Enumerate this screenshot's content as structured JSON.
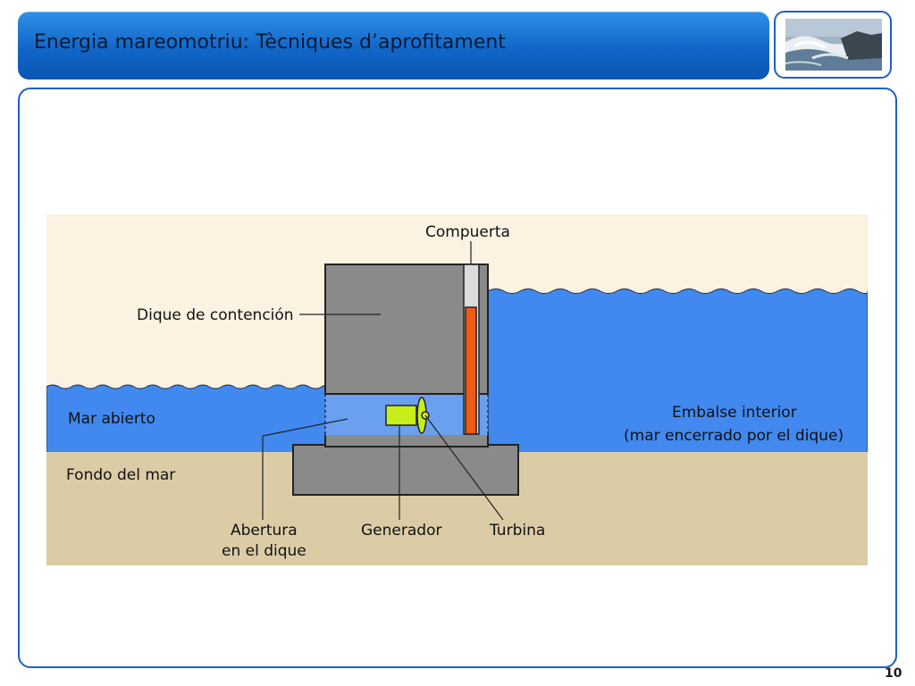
{
  "header": {
    "title": "Energia mareomotriu: Tècniques d’aprofitament",
    "thumbnail_icon": "sea-waves-rocks-photo-icon"
  },
  "diagram": {
    "labels": {
      "gate": "Compuerta",
      "dam": "Dique de contención",
      "open_sea": "Mar abierto",
      "seabed": "Fondo del mar",
      "basin_line1": "Embalse interior",
      "basin_line2": "(mar encerrado por el dique)",
      "opening_line1": "Abertura",
      "opening_line2": "en el dique",
      "generator": "Generador",
      "turbine": "Turbina"
    },
    "colors": {
      "sky": "#fbf2e2",
      "water": "#4189ef",
      "channel_water": "#6b9ff0",
      "seabed": "#dccca6",
      "dam": "#8a8a8a",
      "gate": "#f05a14",
      "generator": "#c6ee1a"
    }
  },
  "footer": {
    "slide_number": "10"
  }
}
